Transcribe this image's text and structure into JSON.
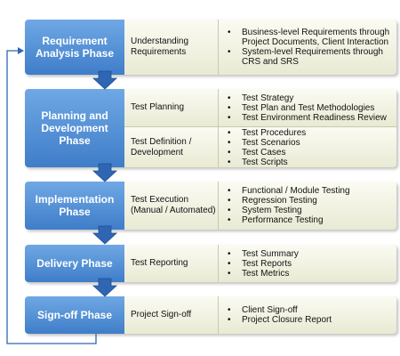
{
  "phases": [
    {
      "label": "Requirement Analysis Phase",
      "rows": [
        {
          "activity": "Understanding Requirements",
          "outputs": [
            "Business-level Requirements through Project Documents, Client Interaction",
            "System-level Requirements through CRS and SRS"
          ]
        }
      ]
    },
    {
      "label": "Planning and Development Phase",
      "rows": [
        {
          "activity": "Test Planning",
          "outputs": [
            "Test Strategy",
            "Test Plan and Test Methodologies",
            "Test Environment Readiness Review"
          ]
        },
        {
          "activity": "Test Definition / Development",
          "outputs": [
            "Test Procedures",
            "Test Scenarios",
            "Test Cases",
            "Test Scripts"
          ]
        }
      ]
    },
    {
      "label": "Implementation Phase",
      "rows": [
        {
          "activity": "Test Execution (Manual / Automated)",
          "outputs": [
            "Functional / Module Testing",
            "Regression Testing",
            "System Testing",
            "Performance Testing"
          ]
        }
      ]
    },
    {
      "label": "Delivery Phase",
      "rows": [
        {
          "activity": "Test Reporting",
          "outputs": [
            "Test Summary",
            "Test Reports",
            "Test Metrics"
          ]
        }
      ]
    },
    {
      "label": "Sign-off Phase",
      "rows": [
        {
          "activity": "Project Sign-off",
          "outputs": [
            "Client Sign-off",
            "Project Closure Report"
          ]
        }
      ]
    }
  ],
  "colors": {
    "phase_label_top": "#6fa8e4",
    "phase_label_bottom": "#3f7dc9",
    "arrow": "#2f66b3",
    "feedback_line": "#2f66b3",
    "row_background": "#f3f3e4"
  }
}
